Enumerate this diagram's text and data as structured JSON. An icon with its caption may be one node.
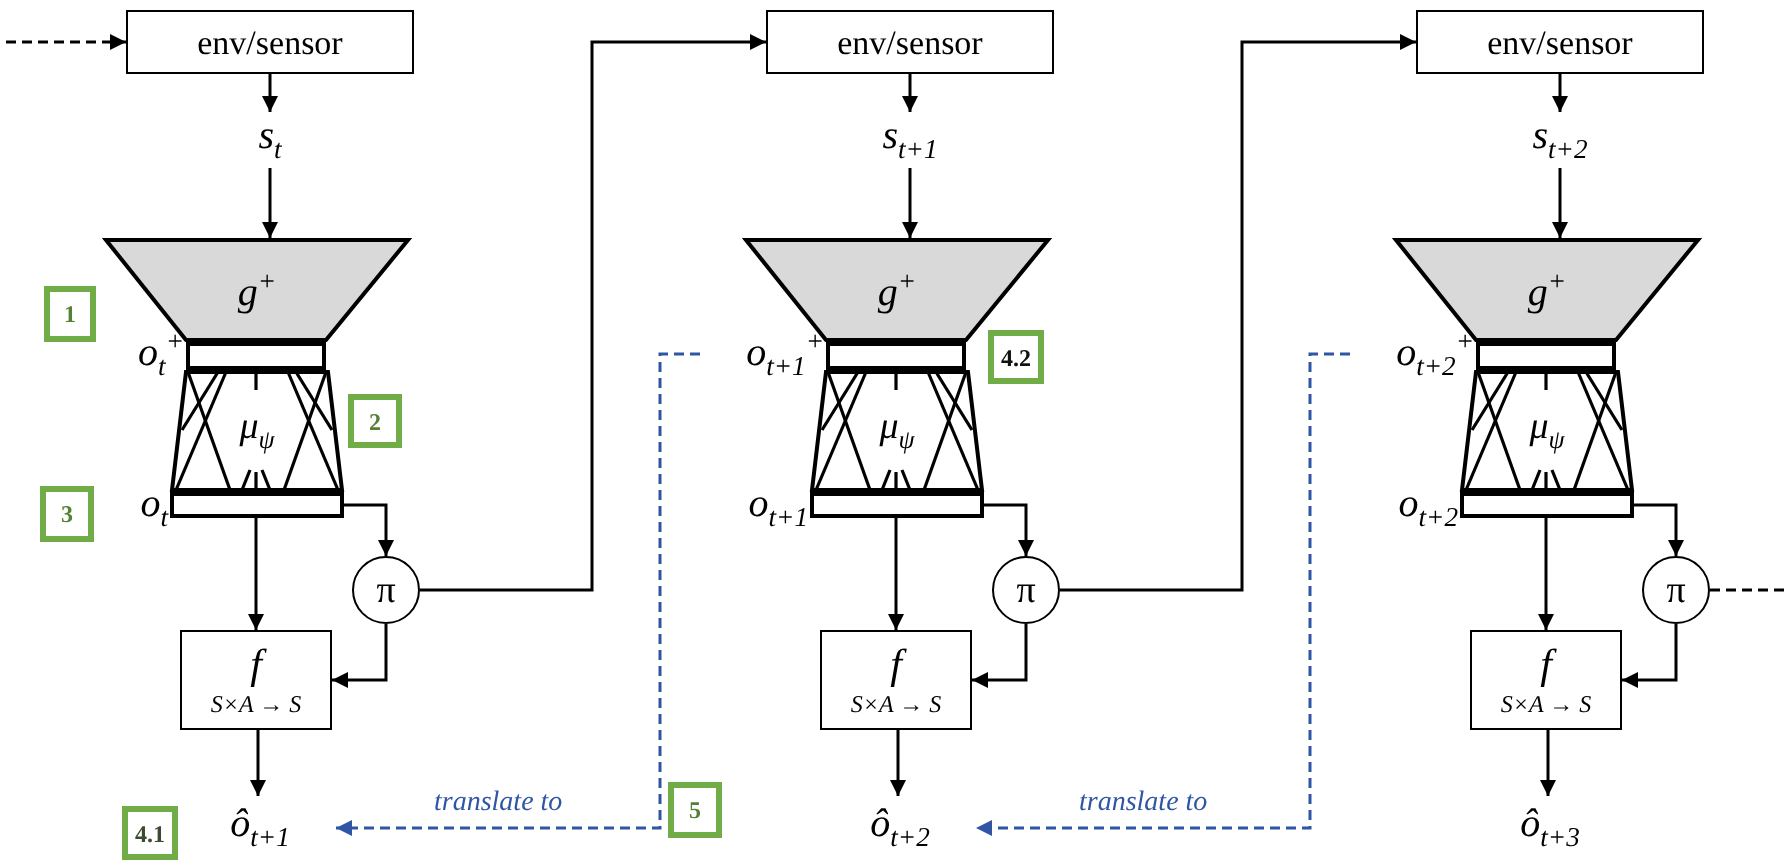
{
  "diagram": {
    "nodes": [
      {
        "text": [
          "env/sensor"
        ]
      },
      {
        "text": [
          "s$_{t}$"
        ]
      },
      {
        "text": [
          "g$^{+}$"
        ]
      },
      {
        "text": [
          "o$_{t}$$^{+}$"
        ]
      },
      {
        "text": [],
        "shape": "bar"
      },
      {
        "text": [
          "μ$_{ψ}$"
        ]
      },
      {
        "text": [
          "o$_{t}$"
        ]
      },
      {
        "text": [],
        "shape": "bar"
      },
      {
        "text": [
          "π"
        ]
      },
      {
        "text": [
          "f",
          "S×A → S"
        ]
      },
      {
        "text": [
          "ô$_{t+1}$"
        ]
      },
      {
        "text": [
          "env/sensor"
        ]
      },
      {
        "text": [
          "s$_{t+1}$"
        ]
      },
      {
        "text": [
          "g$^{+}$"
        ]
      },
      {
        "text": [
          "o$_{t+1}$$^{+}$"
        ]
      },
      {
        "text": [],
        "shape": "bar"
      },
      {
        "text": [
          "μ$_{ψ}$"
        ]
      },
      {
        "text": [
          "o$_{t+1}$"
        ]
      },
      {
        "text": [],
        "shape": "bar"
      },
      {
        "text": [
          "π"
        ]
      },
      {
        "text": [
          "f",
          "S×A → S"
        ]
      },
      {
        "text": [
          "ô$_{t+2}$"
        ]
      },
      {
        "text": [
          "env/sensor"
        ]
      },
      {
        "text": [
          "s$_{t+2}$"
        ]
      },
      {
        "text": [
          "g$^{+}$"
        ]
      },
      {
        "text": [
          "o$_{t+2}$$^{+}$"
        ]
      },
      {
        "text": [],
        "shape": "bar"
      },
      {
        "text": [
          "μ$_{ψ}$"
        ]
      },
      {
        "text": [
          "o$_{t+2}$"
        ]
      },
      {
        "text": [],
        "shape": "bar"
      },
      {
        "text": [
          "π"
        ]
      },
      {
        "text": [
          "f",
          "S×A → S"
        ]
      },
      {
        "text": [
          "ô$_{t+3}$"
        ]
      },
      {
        "text": [
          "1"
        ]
      },
      {
        "text": [
          "2"
        ]
      },
      {
        "text": [
          "3"
        ]
      },
      {
        "text": [
          "4.1"
        ]
      },
      {
        "text": [
          "4.2"
        ]
      },
      {
        "text": [
          "5"
        ]
      }
    ],
    "edges": [
      {
        "from": null,
        "to": 0,
        "arrow": "to",
        "style": "dashed"
      },
      {
        "from": 0,
        "to": 1,
        "arrow": "to"
      },
      {
        "from": 1,
        "to": 2,
        "arrow": "to"
      },
      {
        "from": 7,
        "to": 9,
        "arrow": "to"
      },
      {
        "from": 7,
        "to": 8,
        "arrow": "to"
      },
      {
        "from": 8,
        "to": 9,
        "arrow": "to"
      },
      {
        "from": 9,
        "to": 10,
        "arrow": "to"
      },
      {
        "from": 8,
        "to": 11,
        "arrow": "to"
      },
      {
        "from": 11,
        "to": 12,
        "arrow": "to"
      },
      {
        "from": 12,
        "to": 13,
        "arrow": "to"
      },
      {
        "from": 18,
        "to": 20,
        "arrow": "to"
      },
      {
        "from": 18,
        "to": 19,
        "arrow": "to"
      },
      {
        "from": 19,
        "to": 20,
        "arrow": "to"
      },
      {
        "from": 20,
        "to": 21,
        "arrow": "to"
      },
      {
        "from": 19,
        "to": 22,
        "arrow": "to"
      },
      {
        "from": 22,
        "to": 23,
        "arrow": "to"
      },
      {
        "from": 23,
        "to": 24,
        "arrow": "to"
      },
      {
        "from": 29,
        "to": 31,
        "arrow": "to"
      },
      {
        "from": 29,
        "to": 30,
        "arrow": "to"
      },
      {
        "from": 30,
        "to": 31,
        "arrow": "to"
      },
      {
        "from": 31,
        "to": 32,
        "arrow": "to"
      },
      {
        "from": 30,
        "to": null,
        "arrow": "none",
        "style": "dashed"
      },
      {
        "from": 14,
        "to": 10,
        "arrow": "to",
        "label": "translate to",
        "style": "dashed",
        "color": "#2f55a4"
      },
      {
        "from": 25,
        "to": 21,
        "arrow": "to",
        "label": "translate to",
        "style": "dashed",
        "color": "#2f55a4"
      }
    ]
  }
}
